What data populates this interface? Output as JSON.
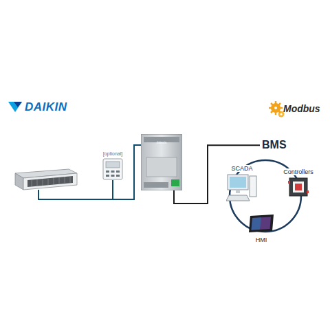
{
  "diagram": {
    "nodes": [
      {
        "text": [
          "[optional]"
        ]
      },
      {
        "text": [
          "Intesis"
        ]
      },
      {
        "text": [
          "BMS"
        ]
      },
      {
        "text": [
          "SCADA"
        ]
      },
      {
        "text": [
          "Controllers"
        ]
      },
      {
        "text": [
          "HMI"
        ]
      }
    ],
    "edges": [
      {
        "from": 0,
        "to": 1,
        "arrow": "none"
      },
      {
        "from": 1,
        "to": 2,
        "arrow": "none"
      }
    ],
    "labels": [
      "DAIKIN",
      "Modbus"
    ]
  }
}
